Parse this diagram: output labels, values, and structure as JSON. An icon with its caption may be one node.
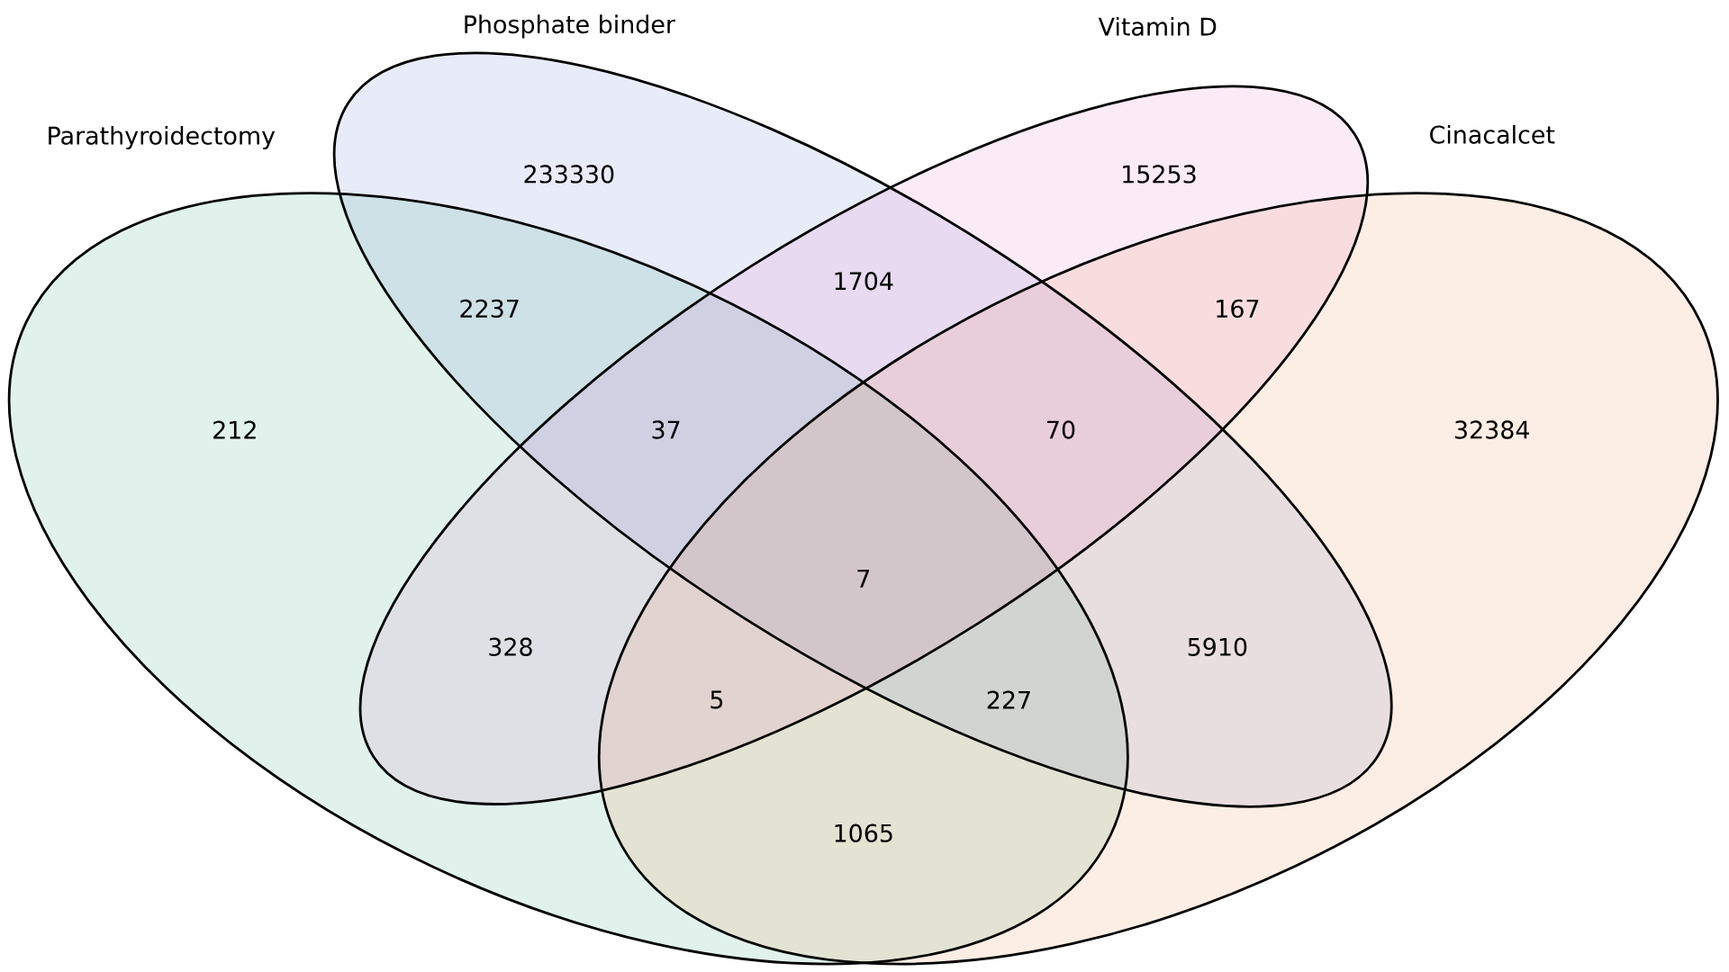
{
  "diagram": {
    "nodes": [
      {
        "text": [
          "Parathyroidectomy"
        ]
      },
      {
        "text": [
          "Phosphate binder"
        ]
      },
      {
        "text": [
          "Vitamin D"
        ]
      },
      {
        "text": [
          "Cinacalcet"
        ]
      }
    ],
    "labels": [
      "233330",
      "15253",
      "1704",
      "2237",
      "167",
      "212",
      "37",
      "70",
      "32384",
      "7",
      "328",
      "5910",
      "5",
      "227",
      "1065"
    ]
  }
}
